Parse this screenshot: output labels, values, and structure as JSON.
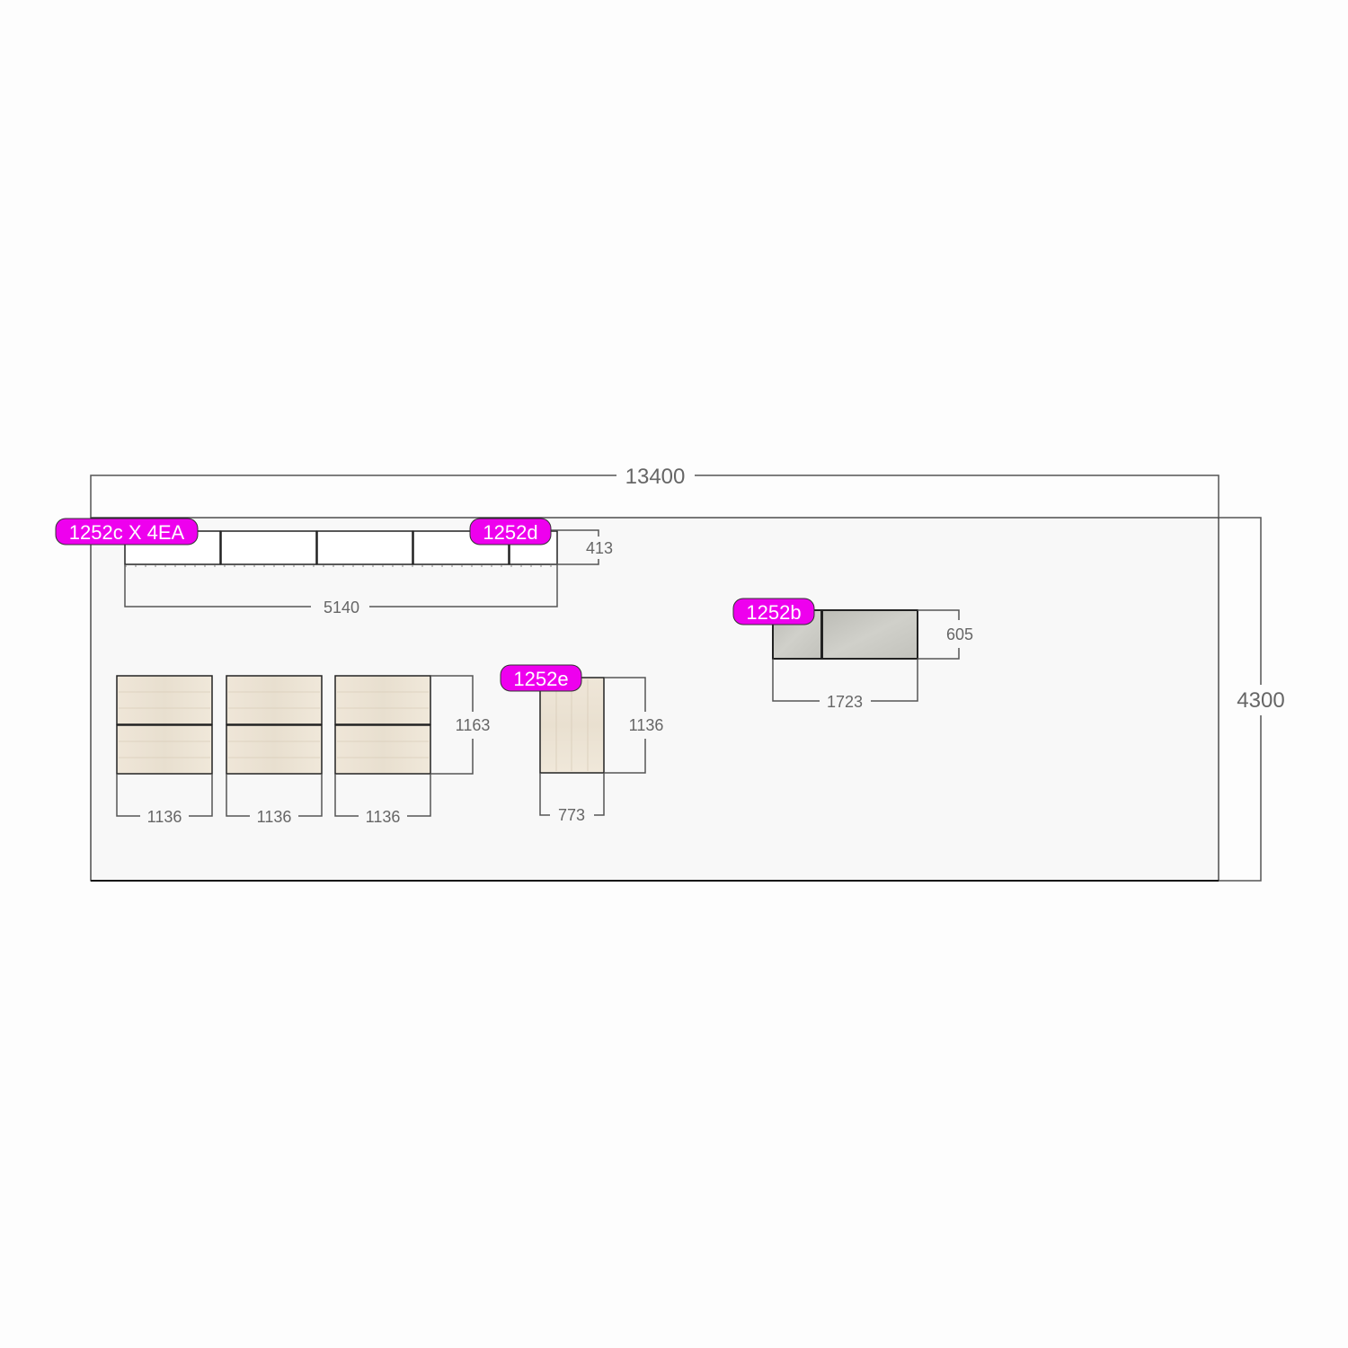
{
  "drawing": {
    "overall_width": "13400",
    "overall_height": "4300"
  },
  "tags": {
    "c": "1252c X 4EA",
    "d": "1252d",
    "b": "1252b",
    "e": "1252e"
  },
  "dimensions": {
    "strip_height": "413",
    "strip_width": "5140",
    "b_height": "605",
    "b_width": "1723",
    "panels_height": "1163",
    "panel_width_1": "1136",
    "panel_width_2": "1136",
    "panel_width_3": "1136",
    "e_height": "1136",
    "e_width": "773"
  },
  "colors": {
    "tag_fill": "#ee00ee",
    "board": "#f8f8f8",
    "wood": "#ede4d5",
    "metal": "#c8c8c2"
  }
}
